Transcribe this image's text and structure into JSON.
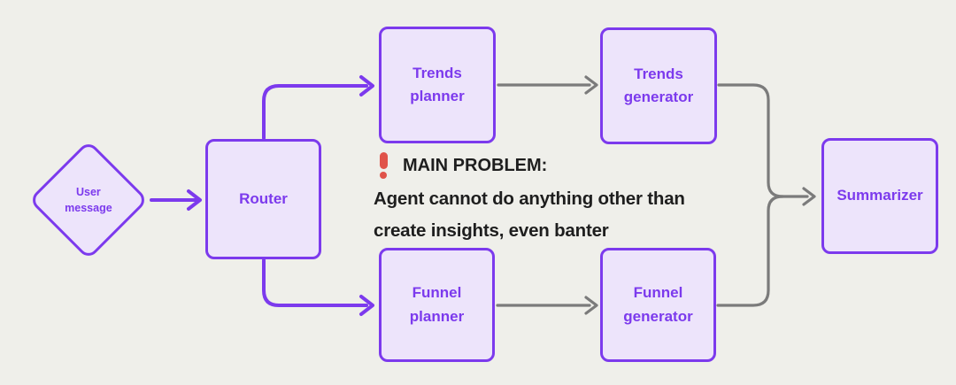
{
  "colors": {
    "background": "#efefea",
    "node_fill": "#ede4fb",
    "node_border": "#7c3aed",
    "node_text": "#7c3aed",
    "connector_purple": "#7c3aed",
    "connector_gray": "#7b7b7b",
    "problem_text": "#1e1e1e",
    "exclamation_red": "#e0534a"
  },
  "nodes": {
    "user_message": {
      "label": "User message",
      "shape": "diamond"
    },
    "router": {
      "label": "Router",
      "shape": "rect"
    },
    "trends_planner": {
      "label": "Trends planner",
      "shape": "rect"
    },
    "trends_generator": {
      "label": "Trends generator",
      "shape": "rect"
    },
    "funnel_planner": {
      "label": "Funnel planner",
      "shape": "rect"
    },
    "funnel_generator": {
      "label": "Funnel generator",
      "shape": "rect"
    },
    "summarizer": {
      "label": "Summarizer",
      "shape": "rect"
    }
  },
  "edges": [
    {
      "from": "user_message",
      "to": "router",
      "color": "purple"
    },
    {
      "from": "router",
      "to": "trends_planner",
      "color": "purple"
    },
    {
      "from": "router",
      "to": "funnel_planner",
      "color": "purple"
    },
    {
      "from": "trends_planner",
      "to": "trends_generator",
      "color": "gray"
    },
    {
      "from": "funnel_planner",
      "to": "funnel_generator",
      "color": "gray"
    },
    {
      "from": "trends_generator",
      "to": "summarizer",
      "color": "gray"
    },
    {
      "from": "funnel_generator",
      "to": "summarizer",
      "color": "gray"
    }
  ],
  "annotation": {
    "icon": "exclamation-icon",
    "heading": "MAIN PROBLEM:",
    "lines": [
      "Agent cannot do anything other than",
      "create insights, even banter"
    ]
  }
}
